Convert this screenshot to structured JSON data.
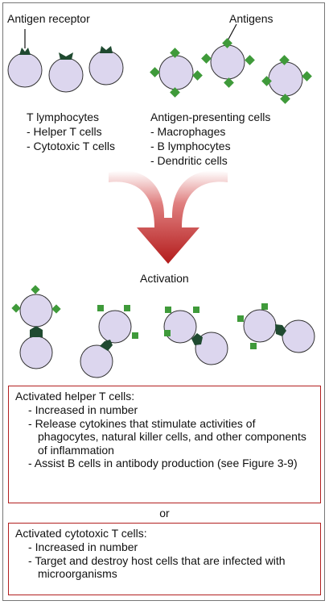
{
  "labels": {
    "antigen_receptor": "Antigen receptor",
    "antigens": "Antigens",
    "activation": "Activation",
    "or": "or"
  },
  "t_lymphocytes": {
    "title": "T lymphocytes",
    "items": [
      "- Helper T cells",
      "- Cytotoxic T cells"
    ]
  },
  "apc": {
    "title": "Antigen-presenting cells",
    "items": [
      "- Macrophages",
      "- B lymphocytes",
      "- Dendritic cells"
    ]
  },
  "helper_box": {
    "title": "Activated helper T cells:",
    "items": [
      "Increased in number",
      "Release cytokines that stimulate activities of phagocytes, natural killer cells, and other components of inflammation",
      "Assist B cells in antibody production (see Figure 3-9)"
    ]
  },
  "cytotoxic_box": {
    "title": "Activated cytotoxic T cells:",
    "items": [
      "Increased in number",
      "Target and destroy host cells that are infected with microorganisms"
    ]
  },
  "colors": {
    "cell_fill": "#dcd6ee",
    "receptor": "#1f4a30",
    "antigen": "#3f9a3a",
    "arrow": "#b31b1b",
    "box_border": "#b22020"
  }
}
